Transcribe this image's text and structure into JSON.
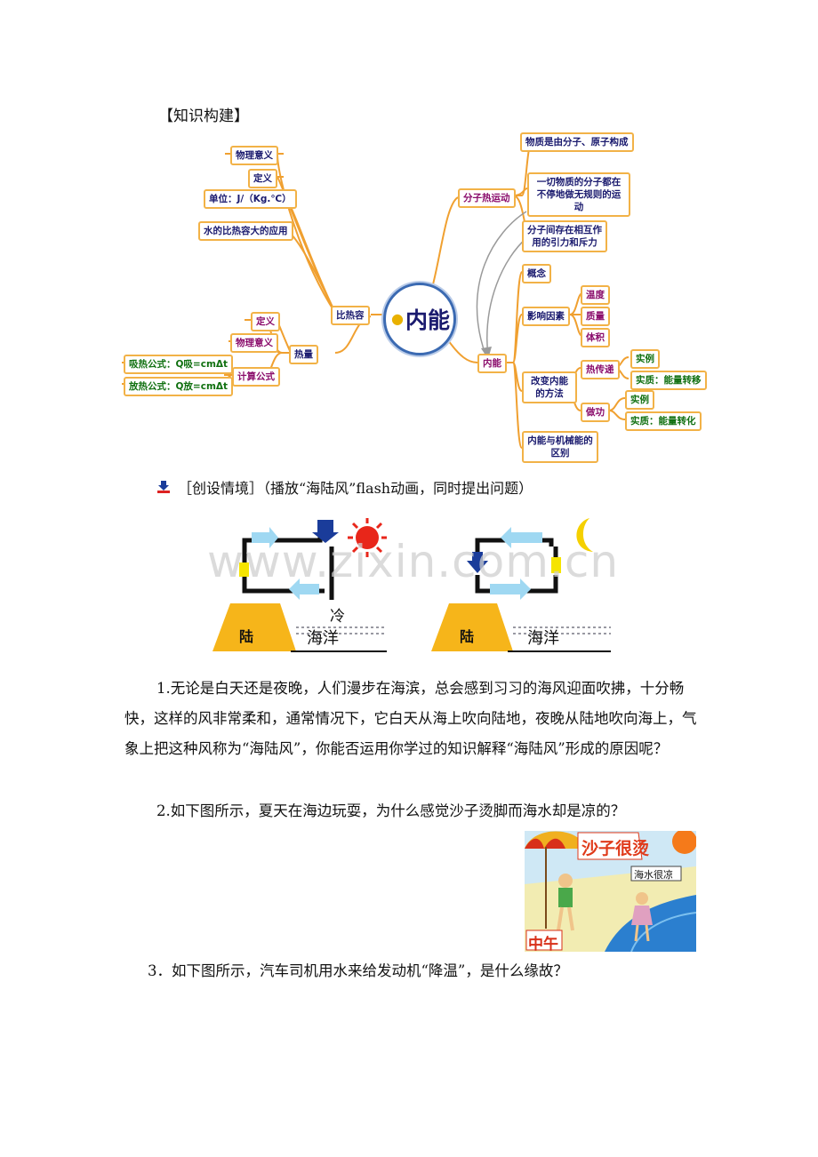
{
  "heading": "【知识构建】",
  "mindmap": {
    "center": "内能",
    "left": {
      "bire": "比热容",
      "bire_items": [
        "物理意义",
        "定义",
        "单位：J/（Kg.℃）",
        "水的比热容大的应用"
      ],
      "reliang": "热量",
      "reliang_items": [
        "定义",
        "物理意义",
        "计算公式"
      ],
      "formulas": [
        "吸热公式：Q吸=cmΔt",
        "放热公式：Q放=cmΔt"
      ]
    },
    "right": {
      "fenzi": "分子热运动",
      "fenzi_items": [
        "物质是由分子、原子构成",
        "一切物质的分子都在不停地做无规则的运动",
        "分子间存在相互作用的引力和斥力"
      ],
      "neineng": "内能",
      "concept": "概念",
      "influence": "影响因素",
      "influence_items": [
        "温度",
        "质量",
        "体积"
      ],
      "change": "改变内能的方法",
      "heat_transfer": "热传递",
      "ht_items": [
        "实例",
        "实质：能量转移"
      ],
      "work": "做功",
      "work_items": [
        "实例",
        "实质：能量转化"
      ],
      "diff": "内能与机械能的区别"
    }
  },
  "scenario": {
    "icon": "download-arrow-icon",
    "text": "［创设情境］（播放“海陆风”flash动画，同时提出问题）"
  },
  "scene": {
    "land": "陆",
    "cold": "冷",
    "sea": "海洋",
    "watermark": "www.zixin.com.cn"
  },
  "q1": "1.无论是白天还是夜晚，人们漫步在海滨，总会感到习习的海风迎面吹拂，十分畅快，这样的风非常柔和，通常情况下，它白天从海上吹向陆地，夜晚从陆地吹向海上，气象上把这种风称为“海陆风”，你能否运用你学过的知识解释“海陆风”形成的原因呢？",
  "q2": "2.如下图所示，夏天在海边玩耍，为什么感觉沙子烫脚而海水却是凉的？",
  "cartoon": {
    "sand": "沙子很烫",
    "water": "海水很凉",
    "noon": "中午"
  },
  "q3": "3．如下图所示，汽车司机用水来给发动机“降温”，是什么缘故？",
  "colors": {
    "node_border": "#f2b247",
    "branch": "#f0a030",
    "arrow_blue": "#1a3c9a",
    "sun": "#e8261a",
    "moon": "#f5d000",
    "land": "#f6b51a"
  }
}
